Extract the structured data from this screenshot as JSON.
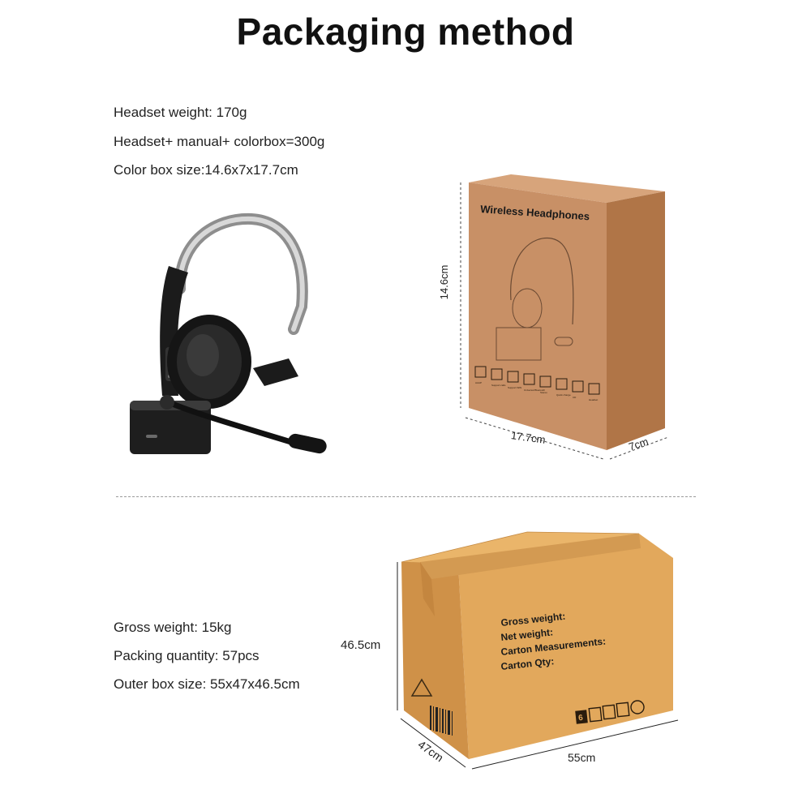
{
  "title": "Packaging method",
  "specs_top": {
    "headset_weight": "Headset weight: 170g",
    "package_weight": "Headset+ manual+ colorbox=300g",
    "color_box_size": "Color box size:14.6x7x17.7cm"
  },
  "color_box": {
    "label": "Wireless Headphones",
    "height_dim": "14.6cm",
    "length_dim": "17.7cm",
    "depth_dim": "7cm",
    "feature_labels": [
      "AAAP",
      "Support calls",
      "Support WIN",
      "Universal Bluetooth",
      "Stereo",
      "Quick charge",
      "CD",
      "Headset"
    ]
  },
  "specs_bottom": {
    "gross_weight": "Gross weight: 15kg",
    "packing_quantity": "Packing quantity: 57pcs",
    "outer_box_size": "Outer box size: 55x47x46.5cm"
  },
  "carton": {
    "gross_weight_label": "Gross weight:",
    "net_weight_label": "Net weight:",
    "measurements_label": "Carton Measurements:",
    "qty_label": "Carton Qty:",
    "height_dim": "46.5cm",
    "depth_dim": "47cm",
    "width_dim": "55cm",
    "stack_limit": "6"
  },
  "colors": {
    "color_box_front": "#c89066",
    "color_box_side": "#b07547",
    "carton_front": "#e2a85c",
    "carton_side": "#cf9148",
    "carton_top": "#eab56a",
    "headset_body": "#1b1b1b"
  }
}
